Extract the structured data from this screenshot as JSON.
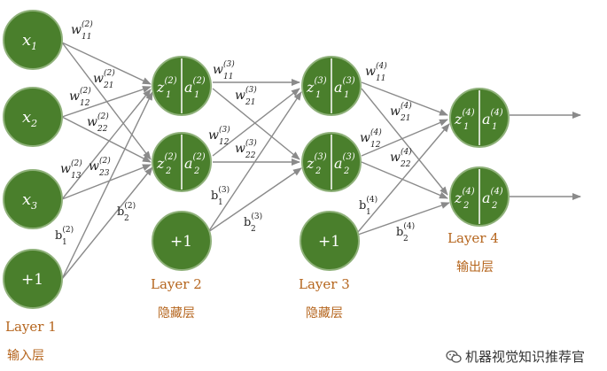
{
  "inputs": {
    "x1": {
      "base": "x",
      "sub": "1"
    },
    "x2": {
      "base": "x",
      "sub": "2"
    },
    "x3": {
      "base": "x",
      "sub": "3"
    },
    "bias": "+1"
  },
  "hidden2": {
    "n1": {
      "z": "z",
      "a": "a",
      "sup": "(2)",
      "sub": "1"
    },
    "n2": {
      "z": "z",
      "a": "a",
      "sup": "(2)",
      "sub": "2"
    },
    "bias": "+1"
  },
  "hidden3": {
    "n1": {
      "z": "z",
      "a": "a",
      "sup": "(3)",
      "sub": "1"
    },
    "n2": {
      "z": "z",
      "a": "a",
      "sup": "(3)",
      "sub": "2"
    },
    "bias": "+1"
  },
  "output4": {
    "n1": {
      "z": "z",
      "a": "a",
      "sup": "(4)",
      "sub": "1"
    },
    "n2": {
      "z": "z",
      "a": "a",
      "sup": "(4)",
      "sub": "2"
    }
  },
  "weights": {
    "w11_2": {
      "base": "w",
      "sup": "(2)",
      "sub": "11"
    },
    "w21_2": {
      "base": "w",
      "sup": "(2)",
      "sub": "21"
    },
    "w12_2": {
      "base": "w",
      "sup": "(2)",
      "sub": "12"
    },
    "w22_2": {
      "base": "w",
      "sup": "(2)",
      "sub": "22"
    },
    "w13_2": {
      "base": "w",
      "sup": "(2)",
      "sub": "13"
    },
    "w23_2": {
      "base": "w",
      "sup": "(2)",
      "sub": "23"
    },
    "b1_2": {
      "base": "b",
      "sup": "(2)",
      "sub": "1"
    },
    "b2_2": {
      "base": "b",
      "sup": "(2)",
      "sub": "2"
    },
    "w11_3": {
      "base": "w",
      "sup": "(3)",
      "sub": "11"
    },
    "w21_3": {
      "base": "w",
      "sup": "(3)",
      "sub": "21"
    },
    "w12_3": {
      "base": "w",
      "sup": "(3)",
      "sub": "12"
    },
    "w22_3": {
      "base": "w",
      "sup": "(3)",
      "sub": "22"
    },
    "b1_3": {
      "base": "b",
      "sup": "(3)",
      "sub": "1"
    },
    "b2_3": {
      "base": "b",
      "sup": "(3)",
      "sub": "2"
    },
    "w11_4": {
      "base": "w",
      "sup": "(4)",
      "sub": "11"
    },
    "w21_4": {
      "base": "w",
      "sup": "(4)",
      "sub": "21"
    },
    "w12_4": {
      "base": "w",
      "sup": "(4)",
      "sub": "12"
    },
    "w22_4": {
      "base": "w",
      "sup": "(4)",
      "sub": "22"
    },
    "b1_4": {
      "base": "b",
      "sup": "(4)",
      "sub": "1"
    },
    "b2_4": {
      "base": "b",
      "sup": "(4)",
      "sub": "2"
    }
  },
  "layers": {
    "l1": {
      "title": "Layer 1",
      "subtitle": "输入层"
    },
    "l2": {
      "title": "Layer 2",
      "subtitle": "隐藏层"
    },
    "l3": {
      "title": "Layer 3",
      "subtitle": "隐藏层"
    },
    "l4": {
      "title": "Layer 4",
      "subtitle": "输出层"
    }
  },
  "watermark": {
    "text": "机器视觉知识推荐官",
    "icon": "wechat-icon"
  },
  "colors": {
    "node": "#4a7f2c",
    "label": "#b5651d",
    "edge": "#8a8a8a"
  }
}
